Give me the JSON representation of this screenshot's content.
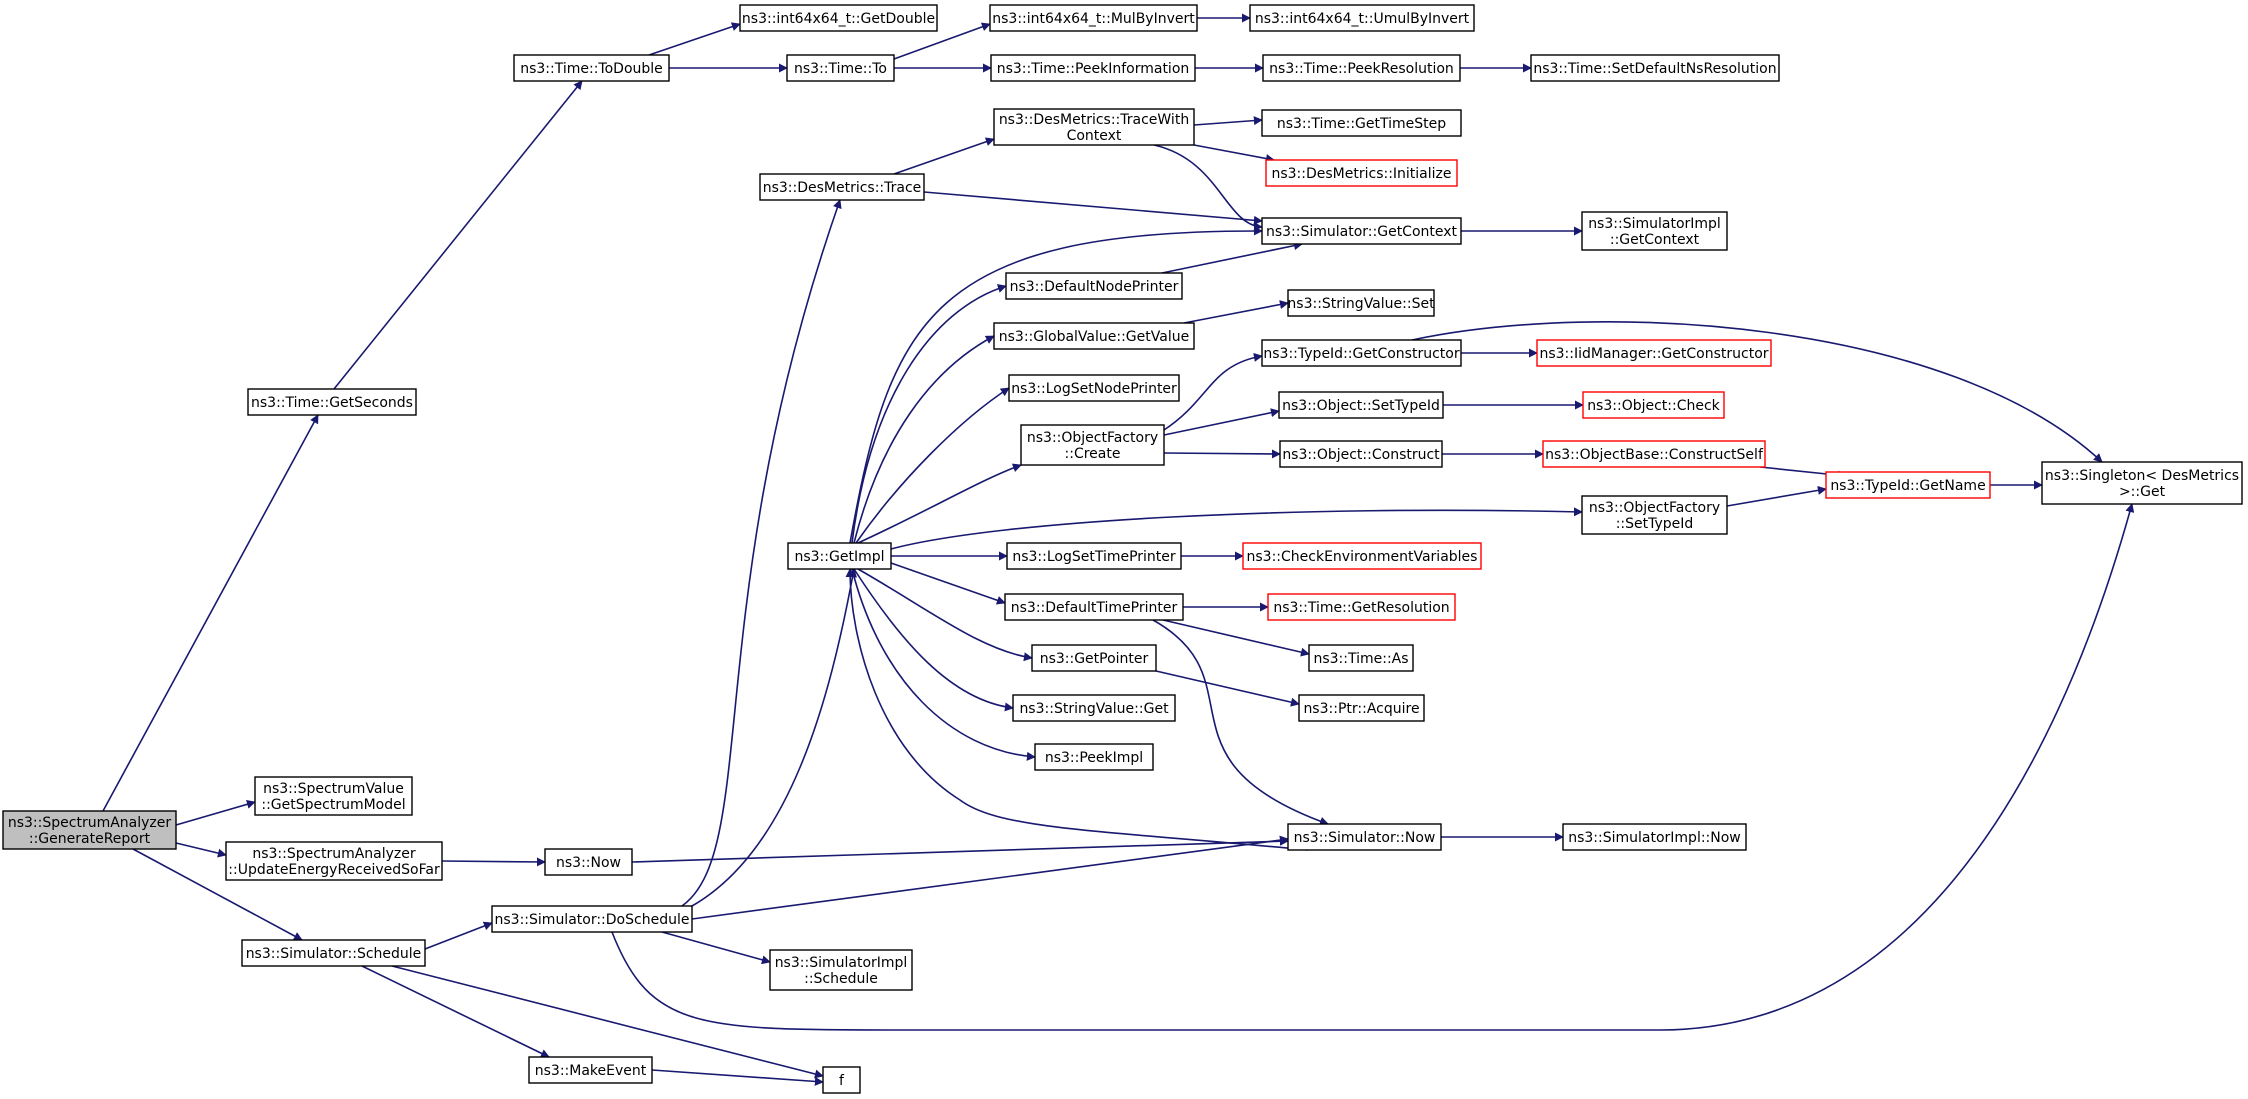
{
  "diagram": {
    "type": "call-graph",
    "edge_color": "#191970",
    "node_border_default": "#000000",
    "node_border_external": "#ff0000",
    "root_fill": "#bfbfbf",
    "nodes": [
      {
        "id": "root",
        "lines": [
          "ns3::SpectrumAnalyzer",
          "::GenerateReport"
        ],
        "style": "root"
      },
      {
        "id": "getseconds",
        "lines": [
          "ns3::Time::GetSeconds"
        ],
        "style": "normal"
      },
      {
        "id": "todouble",
        "lines": [
          "ns3::Time::ToDouble"
        ],
        "style": "normal"
      },
      {
        "id": "getdouble",
        "lines": [
          "ns3::int64x64_t::GetDouble"
        ],
        "style": "normal"
      },
      {
        "id": "timeto",
        "lines": [
          "ns3::Time::To"
        ],
        "style": "normal"
      },
      {
        "id": "mulbyinvert",
        "lines": [
          "ns3::int64x64_t::MulByInvert"
        ],
        "style": "normal"
      },
      {
        "id": "umulbyinvert",
        "lines": [
          "ns3::int64x64_t::UmulByInvert"
        ],
        "style": "normal"
      },
      {
        "id": "peekinfo",
        "lines": [
          "ns3::Time::PeekInformation"
        ],
        "style": "normal"
      },
      {
        "id": "peekres",
        "lines": [
          "ns3::Time::PeekResolution"
        ],
        "style": "normal"
      },
      {
        "id": "setdefaultns",
        "lines": [
          "ns3::Time::SetDefaultNsResolution"
        ],
        "style": "normal"
      },
      {
        "id": "desmetricstrace",
        "lines": [
          "ns3::DesMetrics::Trace"
        ],
        "style": "normal"
      },
      {
        "id": "tracewithcontext",
        "lines": [
          "ns3::DesMetrics::TraceWith",
          "Context"
        ],
        "style": "normal"
      },
      {
        "id": "gettimestep",
        "lines": [
          "ns3::Time::GetTimeStep"
        ],
        "style": "normal"
      },
      {
        "id": "desinit",
        "lines": [
          "ns3::DesMetrics::Initialize"
        ],
        "style": "external"
      },
      {
        "id": "simgetcontext",
        "lines": [
          "ns3::Simulator::GetContext"
        ],
        "style": "normal"
      },
      {
        "id": "simimplgetcontext",
        "lines": [
          "ns3::SimulatorImpl",
          "::GetContext"
        ],
        "style": "normal"
      },
      {
        "id": "defaultnodeprinter",
        "lines": [
          "ns3::DefaultNodePrinter"
        ],
        "style": "normal"
      },
      {
        "id": "globalvalueget",
        "lines": [
          "ns3::GlobalValue::GetValue"
        ],
        "style": "normal"
      },
      {
        "id": "stringvalueset",
        "lines": [
          "ns3::StringValue::Set"
        ],
        "style": "normal"
      },
      {
        "id": "typeidgetctor",
        "lines": [
          "ns3::TypeId::GetConstructor"
        ],
        "style": "normal"
      },
      {
        "id": "iidmgrgetctor",
        "lines": [
          "ns3::IidManager::GetConstructor"
        ],
        "style": "external"
      },
      {
        "id": "logsetnodeprinter",
        "lines": [
          "ns3::LogSetNodePrinter"
        ],
        "style": "normal"
      },
      {
        "id": "objfactorycreate",
        "lines": [
          "ns3::ObjectFactory",
          "::Create"
        ],
        "style": "normal"
      },
      {
        "id": "objsettypeid",
        "lines": [
          "ns3::Object::SetTypeId"
        ],
        "style": "normal"
      },
      {
        "id": "objcheck",
        "lines": [
          "ns3::Object::Check"
        ],
        "style": "external"
      },
      {
        "id": "objconstruct",
        "lines": [
          "ns3::Object::Construct"
        ],
        "style": "normal"
      },
      {
        "id": "objbaseconstructself",
        "lines": [
          "ns3::ObjectBase::ConstructSelf"
        ],
        "style": "external"
      },
      {
        "id": "typeidgetname",
        "lines": [
          "ns3::TypeId::GetName"
        ],
        "style": "external"
      },
      {
        "id": "singletonget",
        "lines": [
          "ns3::Singleton< DesMetrics",
          " >::Get"
        ],
        "style": "normal"
      },
      {
        "id": "objfactorysettypeid",
        "lines": [
          "ns3::ObjectFactory",
          "::SetTypeId"
        ],
        "style": "normal"
      },
      {
        "id": "getimpl",
        "lines": [
          "ns3::GetImpl"
        ],
        "style": "normal"
      },
      {
        "id": "logsettimeprinter",
        "lines": [
          "ns3::LogSetTimePrinter"
        ],
        "style": "normal"
      },
      {
        "id": "checkenvvars",
        "lines": [
          "ns3::CheckEnvironmentVariables"
        ],
        "style": "external"
      },
      {
        "id": "defaulttimeprinter",
        "lines": [
          "ns3::DefaultTimePrinter"
        ],
        "style": "normal"
      },
      {
        "id": "timegetres",
        "lines": [
          "ns3::Time::GetResolution"
        ],
        "style": "external"
      },
      {
        "id": "timeas",
        "lines": [
          "ns3::Time::As"
        ],
        "style": "normal"
      },
      {
        "id": "getpointer",
        "lines": [
          "ns3::GetPointer"
        ],
        "style": "normal"
      },
      {
        "id": "ptracquire",
        "lines": [
          "ns3::Ptr::Acquire"
        ],
        "style": "normal"
      },
      {
        "id": "stringvalueget",
        "lines": [
          "ns3::StringValue::Get"
        ],
        "style": "normal"
      },
      {
        "id": "peekimpl",
        "lines": [
          "ns3::PeekImpl"
        ],
        "style": "normal"
      },
      {
        "id": "spectrumvalueget",
        "lines": [
          "ns3::SpectrumValue",
          "::GetSpectrumModel"
        ],
        "style": "normal"
      },
      {
        "id": "updateenergy",
        "lines": [
          "ns3::SpectrumAnalyzer",
          "::UpdateEnergyReceivedSoFar"
        ],
        "style": "normal"
      },
      {
        "id": "now",
        "lines": [
          "ns3::Now"
        ],
        "style": "normal"
      },
      {
        "id": "simnow",
        "lines": [
          "ns3::Simulator::Now"
        ],
        "style": "normal"
      },
      {
        "id": "simimplnow",
        "lines": [
          "ns3::SimulatorImpl::Now"
        ],
        "style": "normal"
      },
      {
        "id": "simschedule",
        "lines": [
          "ns3::Simulator::Schedule"
        ],
        "style": "normal"
      },
      {
        "id": "simdoschedule",
        "lines": [
          "ns3::Simulator::DoSchedule"
        ],
        "style": "normal"
      },
      {
        "id": "simimplschedule",
        "lines": [
          "ns3::SimulatorImpl",
          "::Schedule"
        ],
        "style": "normal"
      },
      {
        "id": "makeevent",
        "lines": [
          "ns3::MakeEvent"
        ],
        "style": "normal"
      },
      {
        "id": "f",
        "lines": [
          "f"
        ],
        "style": "normal"
      }
    ]
  }
}
